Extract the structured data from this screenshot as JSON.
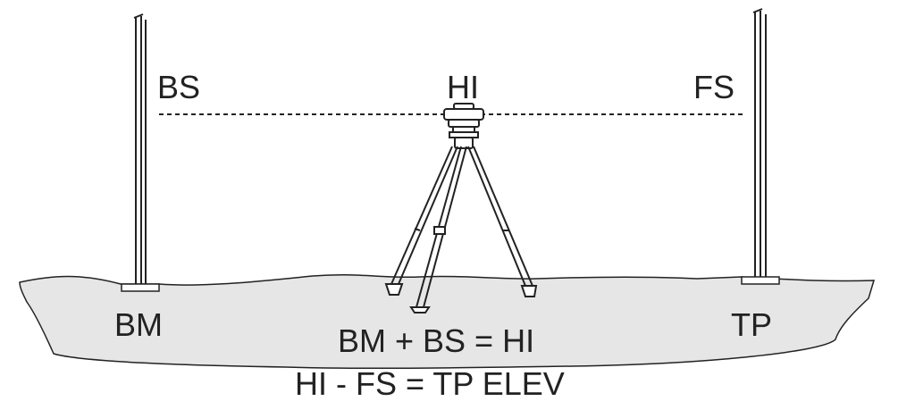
{
  "labels": {
    "backsight": "BS",
    "instrument_height": "HI",
    "foresight": "FS",
    "benchmark": "BM",
    "turning_point": "TP"
  },
  "equations": {
    "line1": "BM + BS = HI",
    "line2": "HI - FS = TP ELEV"
  },
  "colors": {
    "ground_fill": "#e6e6e6",
    "stroke": "#222222",
    "background": "#ffffff"
  }
}
